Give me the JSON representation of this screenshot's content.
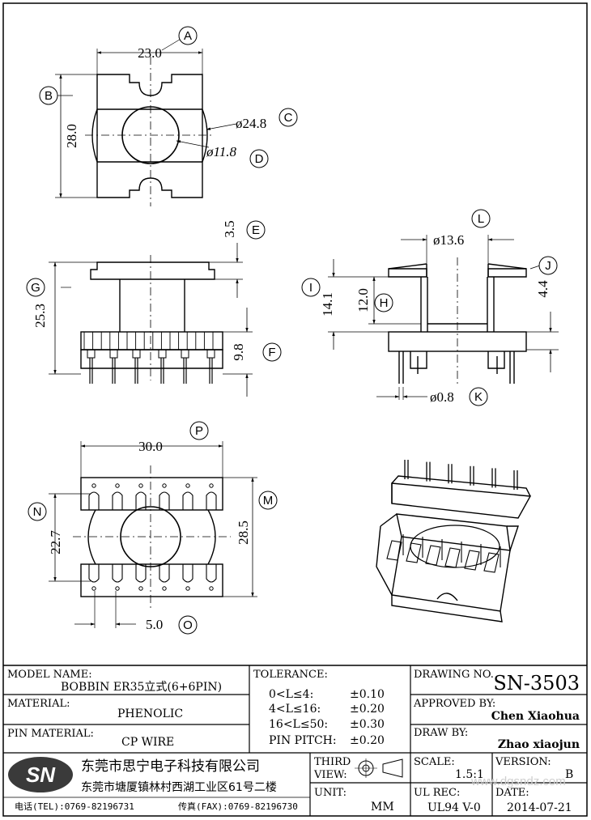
{
  "views": {
    "top": {
      "width_dim": "23.0",
      "width_tag": "A",
      "height_dim": "28.0",
      "height_tag": "B",
      "outer_dia": "ø24.8",
      "outer_tag": "C",
      "inner_dia": "ø11.8",
      "inner_tag": "D"
    },
    "front": {
      "flange_dim": "3.5",
      "flange_tag": "E",
      "base_dim": "9.8",
      "base_tag": "F",
      "height_dim": "25.3",
      "height_tag": "G"
    },
    "side": {
      "core_dia": "ø13.6",
      "core_tag": "L",
      "inner_h": "12.0",
      "inner_h_tag": "H",
      "winding_h": "14.1",
      "winding_h_tag": "I",
      "flange_dim": "4.4",
      "flange_tag": "J",
      "pin_dia": "ø0.8",
      "pin_tag": "K"
    },
    "bottom": {
      "width_dim": "30.0",
      "width_tag": "P",
      "span_dim": "22.7",
      "span_tag": "N",
      "depth_dim": "28.5",
      "depth_tag": "M",
      "pitch_dim": "5.0",
      "pitch_tag": "O"
    }
  },
  "title_block": {
    "model_label": "MODEL NAME:",
    "model_value": "BOBBIN ER35立式(6+6PIN)",
    "material_label": "MATERIAL:",
    "material_value": "PHENOLIC",
    "pin_material_label": "PIN MATERIAL:",
    "pin_material_value": "CP WIRE",
    "tolerance_label": "TOLERANCE:",
    "tolerances": [
      {
        "range": "0<L≤4:",
        "value": "±0.10"
      },
      {
        "range": "4<L≤16:",
        "value": "±0.20"
      },
      {
        "range": "16<L≤50:",
        "value": "±0.30"
      },
      {
        "range": "PIN PITCH:",
        "value": "±0.20"
      }
    ],
    "drawing_no_label": "DRAWING NO.",
    "drawing_no": "SN-3503",
    "approved_label": "APPROVED BY:",
    "approved_by": "Chen Xiaohua",
    "draw_label": "DRAW BY:",
    "draw_by": "Zhao xiaojun",
    "logo_text": "SN",
    "company_name": "东莞市思宁电子科技有限公司",
    "company_address": "东莞市塘厦镇林村西湖工业区61号二楼",
    "phone": "电话(TEL):0769-82196731",
    "fax": "传真(FAX):0769-82196730",
    "third_view_label_1": "THIRD",
    "third_view_label_2": "VIEW:",
    "unit_label": "UNIT:",
    "unit_value": "MM",
    "scale_label": "SCALE:",
    "scale_value": "1.5:1",
    "version_label": "VERSION:",
    "version_value": "B",
    "ul_label": "UL REC:",
    "ul_value": "UL94 V-0",
    "date_label": "DATE:",
    "date_value": "2014-07-21",
    "watermark": "www.dgsndz.com"
  }
}
